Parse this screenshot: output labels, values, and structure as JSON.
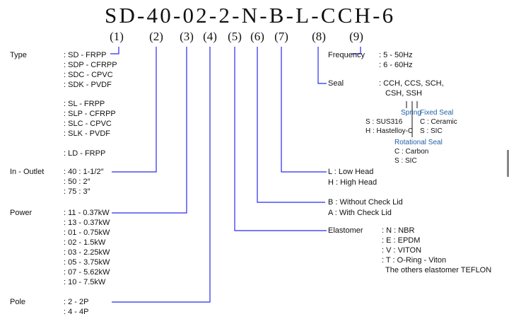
{
  "code": "SD-40-02-2-N-B-L-CCH-6",
  "positions": [
    "(1)",
    "(2)",
    "(3)",
    "(4)",
    "(5)",
    "(6)",
    "(7)",
    "(8)",
    "(9)"
  ],
  "type": {
    "label": "Type",
    "options": [
      ": SD - FRPP",
      ": SDP - CFRPP",
      ": SDC - CPVC",
      ": SDK - PVDF",
      ": SL - FRPP",
      ": SLP - CFRPP",
      ": SLC - CPVC",
      ": SLK - PVDF",
      ": LD - FRPP"
    ]
  },
  "inlet": {
    "label": "In - Outlet",
    "options": [
      ": 40 : 1-1/2″",
      ": 50 : 2″",
      ": 75 : 3″"
    ]
  },
  "power": {
    "label": "Power",
    "options": [
      ": 11 - 0.37kW",
      ": 13 - 0.37kW",
      ": 01 - 0.75kW",
      ": 02 - 1.5kW",
      ": 03 - 2.25kW",
      ": 05 - 3.75kW",
      ": 07 - 5.62kW",
      ": 10 - 7.5kW"
    ]
  },
  "pole": {
    "label": "Pole",
    "options": [
      ": 2 - 2P",
      ": 4 - 4P"
    ]
  },
  "frequency": {
    "label": "Frequency",
    "options": [
      ": 5 - 50Hz",
      ": 6 - 60Hz"
    ]
  },
  "seal": {
    "label": "Seal",
    "options": [
      ": CCH, CCS, SCH,",
      "CSH, SSH"
    ],
    "spring": {
      "title": "Spring",
      "options": [
        "S : SUS316",
        "H : Hastelloy-C"
      ]
    },
    "fixed_seal": {
      "title": "Fixed Seal",
      "options": [
        "C : Ceramic",
        "S : SIC"
      ]
    },
    "rotational_seal": {
      "title": "Rotational Seal",
      "options": [
        "C : Carbon",
        "S : SIC"
      ]
    }
  },
  "head": {
    "options": [
      "L  : Low Head",
      "H : High Head"
    ]
  },
  "check_lid": {
    "options": [
      "B  : Without Check Lid",
      "A  : With Check Lid"
    ]
  },
  "elastomer": {
    "label": "Elastomer",
    "options": [
      ": N : NBR",
      ": E : EPDM",
      ": V : VITON",
      ": T : O-Ring - Viton",
      "The others elastomer TEFLON"
    ]
  },
  "colors": {
    "line": "#2a2af0",
    "accent_text": "#1f5ea8"
  }
}
